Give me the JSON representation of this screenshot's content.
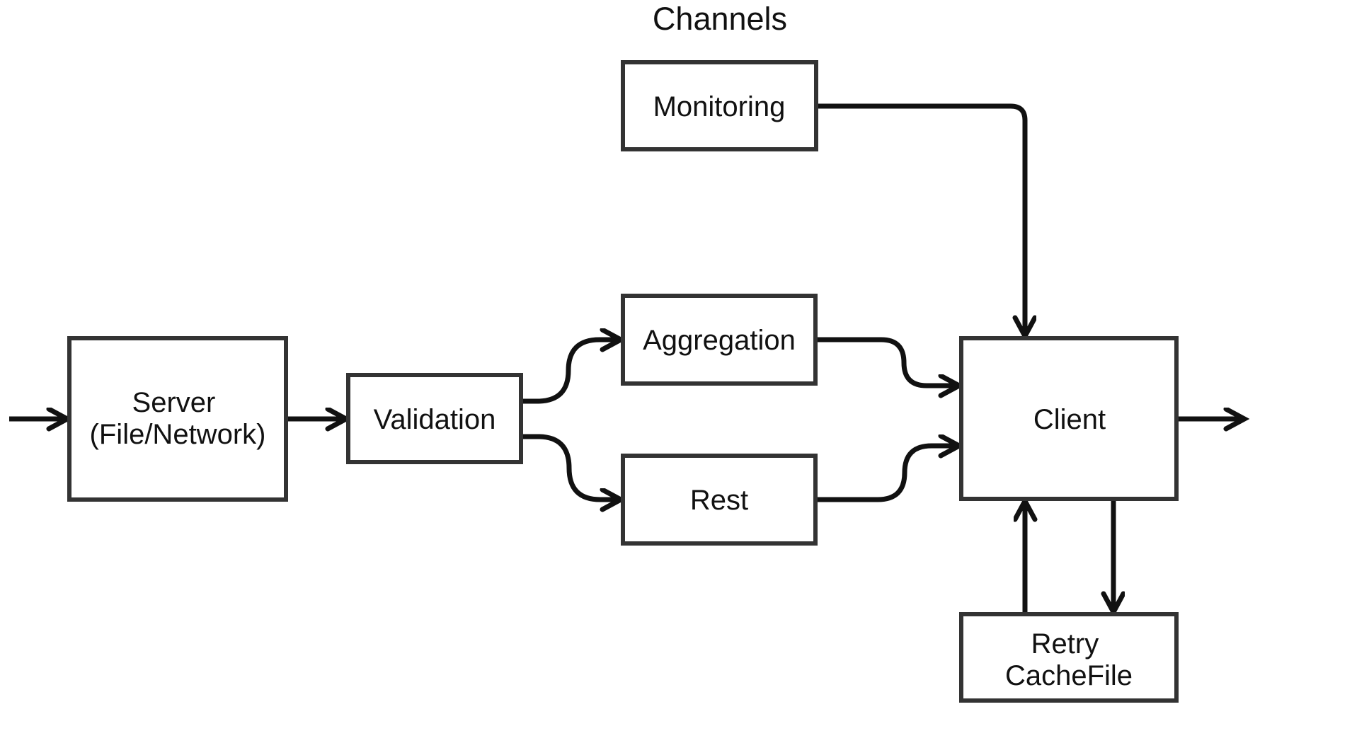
{
  "diagram": {
    "title": "Channels",
    "colors": {
      "background": "#ffffff",
      "box_border": "#333333",
      "arrow": "#111111",
      "text": "#111111"
    },
    "nodes": {
      "server": {
        "line1": "Server",
        "line2": "(File/Network)"
      },
      "validation": {
        "label": "Validation"
      },
      "monitoring": {
        "label": "Monitoring"
      },
      "aggregation": {
        "label": "Aggregation"
      },
      "rest": {
        "label": "Rest"
      },
      "client": {
        "label": "Client"
      },
      "retry": {
        "line1": "Retry",
        "line2": "CacheFile"
      }
    },
    "edges": [
      {
        "from": "external-input",
        "to": "server"
      },
      {
        "from": "server",
        "to": "validation"
      },
      {
        "from": "validation",
        "to": "aggregation"
      },
      {
        "from": "validation",
        "to": "rest"
      },
      {
        "from": "aggregation",
        "to": "client"
      },
      {
        "from": "rest",
        "to": "client"
      },
      {
        "from": "monitoring",
        "to": "client"
      },
      {
        "from": "client",
        "to": "external-output"
      },
      {
        "from": "retry",
        "to": "client"
      },
      {
        "from": "client",
        "to": "retry"
      }
    ]
  }
}
